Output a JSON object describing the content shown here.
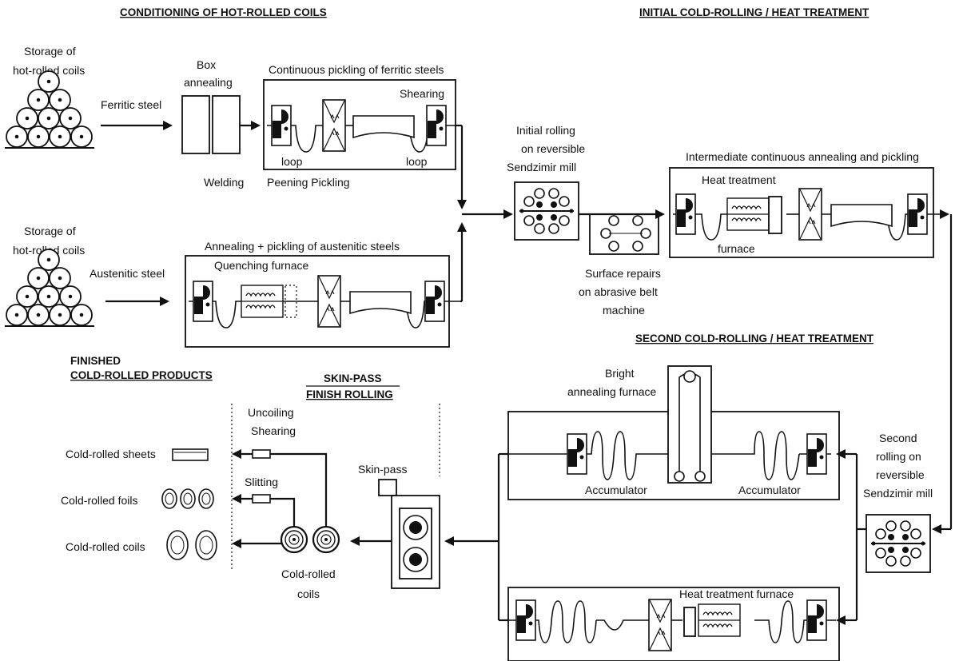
{
  "sections": {
    "conditioning": "CONDITIONING OF HOT-ROLLED COILS",
    "initial": "INITIAL COLD-ROLLING / HEAT TREATMENT",
    "second": "SECOND COLD-ROLLING / HEAT TREATMENT",
    "finished_1": "FINISHED",
    "finished_2": "COLD-ROLLED PRODUCTS",
    "skinpass_1": "SKIN-PASS",
    "skinpass_2": "FINISH ROLLING"
  },
  "labels": {
    "storage_1a": "Storage of",
    "storage_1b": "hot-rolled coils",
    "storage_2a": "Storage of",
    "storage_2b": "hot-rolled coils",
    "ferritic": "Ferritic steel",
    "austenitic": "Austenitic steel",
    "box_annealing_1": "Box",
    "box_annealing_2": "annealing",
    "welding": "Welding",
    "cont_pickling": "Continuous pickling of ferritic steels",
    "shearing": "Shearing",
    "loop_1": "loop",
    "loop_2": "loop",
    "peening_pickling": "Peening Pickling",
    "annealing_pickling_aus": "Annealing + pickling of austenitic steels",
    "quenching_furnace": "Quenching furnace",
    "initial_rolling_1": "Initial rolling",
    "initial_rolling_2": "on reversible",
    "initial_rolling_3": "Sendzimir mill",
    "surface_repairs_1": "Surface repairs",
    "surface_repairs_2": "on  abrasive belt",
    "surface_repairs_3": "machine",
    "intermediate": "Intermediate continuous annealing and pickling",
    "heat_treatment": "Heat treatment",
    "furnace": "furnace",
    "bright_1": "Bright",
    "bright_2": "annealing furnace",
    "accumulator_1": "Accumulator",
    "accumulator_2": "Accumulator",
    "second_rolling_1": "Second",
    "second_rolling_2": "rolling on",
    "second_rolling_3": "reversible",
    "second_rolling_4": "Sendzimir mill",
    "heat_treatment_furnace": "Heat treatment furnace",
    "skin_pass": "Skin-pass",
    "uncoiling": "Uncoiling",
    "shearing_2": "Shearing",
    "slitting": "Slitting",
    "cold_rolled_coils_1": "Cold-rolled",
    "cold_rolled_coils_2": "coils",
    "sheets": "Cold-rolled  sheets",
    "foils": "Cold-rolled  foils",
    "coils": "Cold-rolled coils"
  }
}
